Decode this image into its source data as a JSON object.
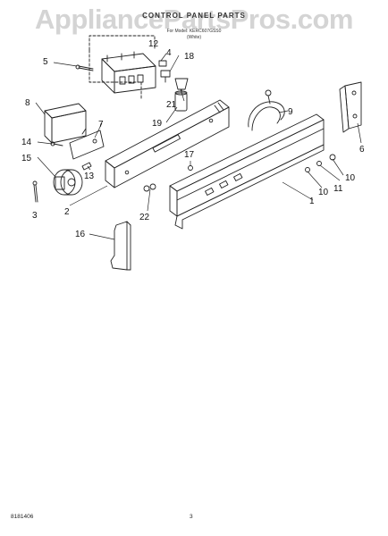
{
  "watermark": "AppliancePartsPros.com",
  "header": {
    "title": "CONTROL PANEL PARTS",
    "for_models": "For Model: KERC607GSS0",
    "color_code": "(White)"
  },
  "footer": {
    "doc_number": "8181406",
    "page_number": "3"
  },
  "callouts": [
    "1",
    "2",
    "3",
    "4",
    "5",
    "6",
    "7",
    "8",
    "9",
    "10",
    "10",
    "11",
    "12",
    "13",
    "14",
    "15",
    "16",
    "17",
    "18",
    "19",
    "21",
    "22"
  ]
}
